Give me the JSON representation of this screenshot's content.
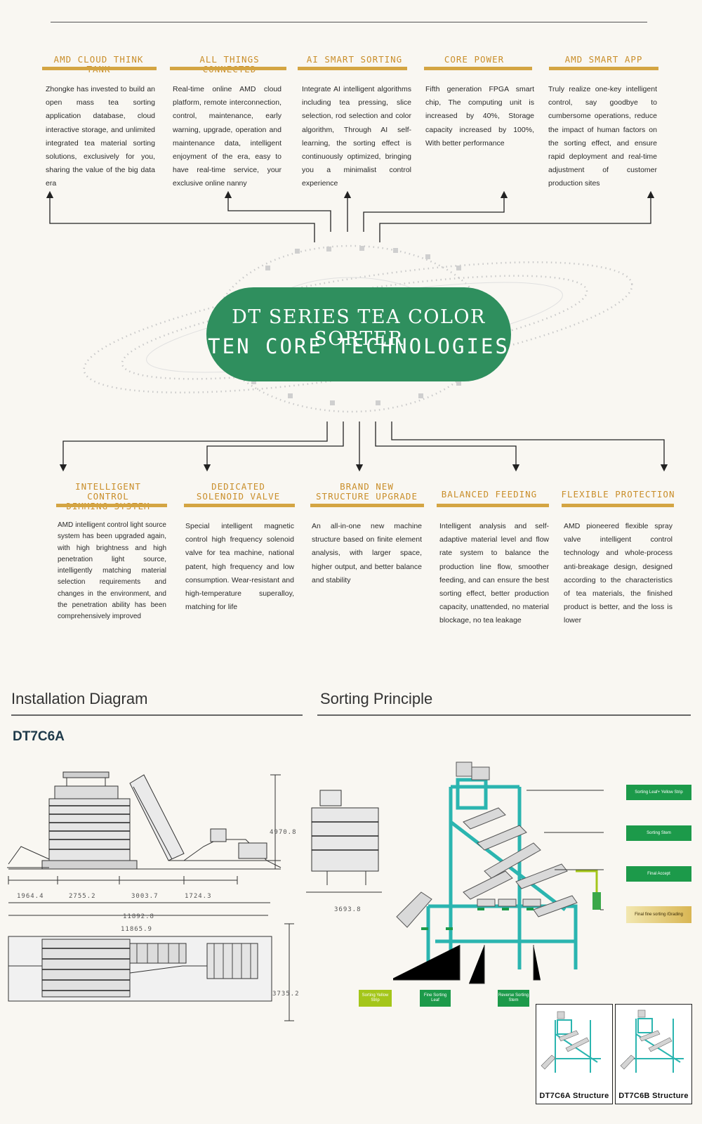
{
  "hero": {
    "line1": "DT SERIES TEA COLOR SORTER",
    "line2": "TEN CORE TECHNOLOGIES"
  },
  "top_columns": [
    {
      "title": "AMD CLOUD THINK TANK",
      "text": "Zhongke has invested to build an open mass tea sorting application database, cloud interactive storage, and unlimited integrated tea material sorting solutions, exclusively for you, sharing the value of the big data era"
    },
    {
      "title": "ALL THINGS CONNECTED",
      "text": "Real-time online AMD cloud platform, remote interconnection, control, maintenance, early warning, upgrade, operation and maintenance data, intelligent enjoyment of the era, easy to have real-time service, your exclusive online nanny"
    },
    {
      "title": "AI SMART SORTING",
      "text": "Integrate AI intelligent algorithms including tea pressing, slice selection, rod selection and color algorithm, Through AI self-learning, the sorting effect is continuously optimized, bringing you a minimalist control experience"
    },
    {
      "title": "CORE POWER",
      "text": "Fifth generation FPGA smart chip, The computing unit is increased by 40%, Storage capacity increased by 100%, With better performance"
    },
    {
      "title": "AMD SMART APP",
      "text": "Truly realize one-key intelligent control, say goodbye to cumbersome operations, reduce the impact of human factors on the sorting effect, and ensure rapid deployment and real-time adjustment of customer production sites"
    }
  ],
  "bottom_columns": [
    {
      "title": "INTELLIGENT CONTROL\nDIMMING SYSTEM",
      "text": "AMD intelligent control light source system has been upgraded again, with high brightness and high penetration light source, intelligently matching material selection requirements and changes in the environment, and the penetration ability has been comprehensively improved"
    },
    {
      "title": "DEDICATED\nSOLENOID VALVE",
      "text": "Special intelligent magnetic control high frequency solenoid valve for tea machine, national patent, high frequency and low consumption. Wear-resistant and high-temperature superalloy, matching for life"
    },
    {
      "title": "BRAND NEW\nSTRUCTURE UPGRADE",
      "text": "An all-in-one new machine structure based on finite element analysis, with larger space, higher output, and better balance and stability"
    },
    {
      "title": "BALANCED FEEDING",
      "text": "Intelligent analysis and self-adaptive material level and flow rate system to balance the production line flow, smoother feeding, and can ensure the best sorting effect, better production capacity, unattended, no material blockage, no tea leakage"
    },
    {
      "title": "FLEXIBLE PROTECTION",
      "text": "AMD pioneered flexible spray valve intelligent control technology and whole-process anti-breakage design, designed according to the characteristics of tea materials, the finished product is better, and the loss is lower"
    }
  ],
  "installation": {
    "title": "Installation Diagram",
    "model": "DT7C6A",
    "dims": {
      "height": "4970.8",
      "seg1": "1964.4",
      "seg2": "2755.2",
      "seg3": "3003.7",
      "seg4": "1724.3",
      "total1": "11892.8",
      "total2": "11865.9",
      "side": "3693.8",
      "width": "3735.2"
    }
  },
  "principle": {
    "title": "Sorting Principle",
    "outputs_right": [
      "Sorting Leaf+ Yellow Strip",
      "Sorting Stem",
      "Final Accept",
      "Final fine sorting /Grading"
    ],
    "outputs_bottom": [
      "Sorting Yellow Strip",
      "Fine Sorting Leaf",
      "Reverse Sorting Stem"
    ],
    "structures": [
      "DT7C6A Structure",
      "DT7C6B Structure"
    ]
  },
  "colors": {
    "background": "#f9f7f2",
    "accent_gold": "#d4a543",
    "title_gold": "#c98e2a",
    "hero_green": "#2f8f5e",
    "frame_teal": "#2bb5b0",
    "tag_green": "#1c9a4a",
    "tag_lime": "#a4c61a"
  }
}
